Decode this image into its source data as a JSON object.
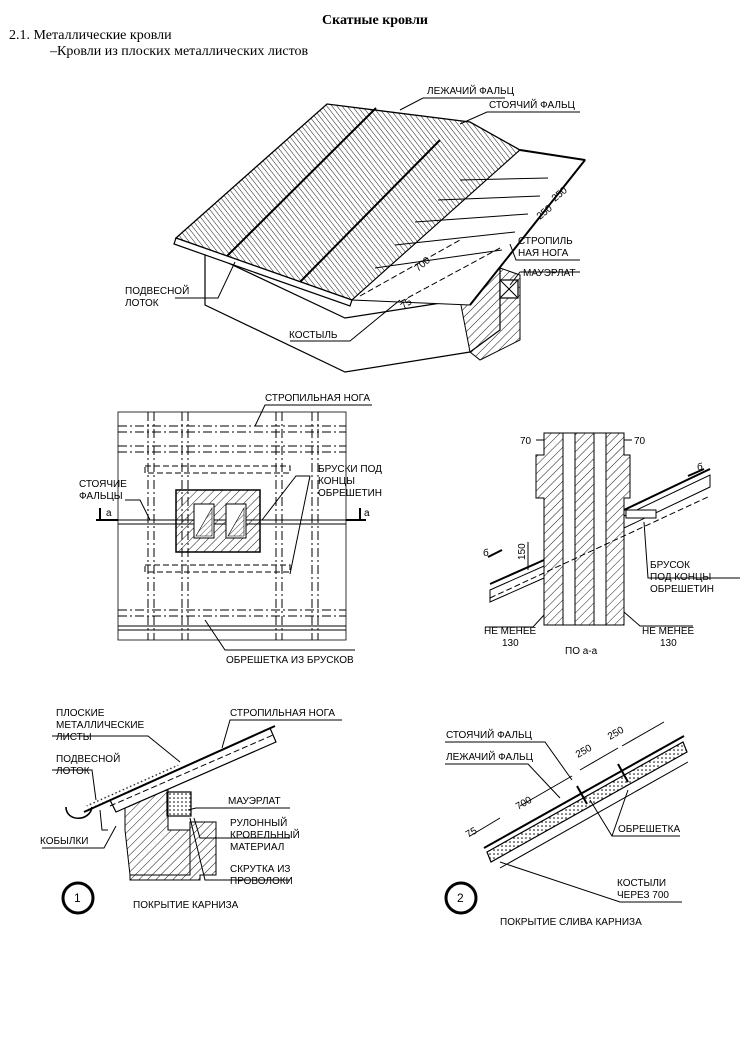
{
  "header": {
    "title": "Скатные кровли",
    "section": "2.1. Металлические кровли",
    "subsection": "–Кровли из плоских металлических листов"
  },
  "fig_roof": {
    "lezhachiy_falc": "ЛЕЖАЧИЙ ФАЛЬЦ",
    "stoyachiy_falc": "СТОЯЧИЙ ФАЛЬЦ",
    "dim_250_a": "250",
    "dim_250_b": "250",
    "dim_700": "700",
    "dim_75": "75",
    "stropil_1": "СТРОПИЛЬ",
    "stropil_2": "НАЯ НОГА",
    "mauerlat": "МАУЭРЛАТ",
    "podvesnoy_1": "ПОДВЕСНОЙ",
    "podvesnoy_2": "ЛОТОК",
    "kostyl": "КОСТЫЛЬ"
  },
  "fig_plan": {
    "stropilnaya_noga": "СТРОПИЛЬНАЯ НОГА",
    "stoyachie_1": "СТОЯЧИЕ",
    "stoyachie_2": "ФАЛЬЦЫ",
    "bruski_1": "БРУСКИ ПОД",
    "bruski_2": "КОНЦЫ",
    "bruski_3": "ОБРЕШЕТИН",
    "obreshetka": "ОБРЕШЕТКА ИЗ БРУСКОВ",
    "cut_left": "а",
    "cut_right": "а"
  },
  "fig_section": {
    "dim_70_left": "70",
    "dim_70_right": "70",
    "dim_150": "150",
    "cut_b_left": "б",
    "cut_b_right": "б",
    "brusok_1": "БРУСОК",
    "brusok_2": "ПОД КОНЦЫ",
    "brusok_3": "ОБРЕШЕТИН",
    "ne_menee_left_1": "НЕ МЕНЕЕ",
    "ne_menee_left_2": "130",
    "ne_menee_right_1": "НЕ МЕНЕЕ",
    "ne_menee_right_2": "130",
    "caption": "ПО а-а"
  },
  "fig_eave": {
    "ploskie_1": "ПЛОСКИЕ",
    "ploskie_2": "МЕТАЛЛИЧЕСКИЕ",
    "ploskie_3": "ЛИСТЫ",
    "stropilnaya_noga": "СТРОПИЛЬНАЯ НОГА",
    "podvesnoy_1": "ПОДВЕСНОЙ",
    "podvesnoy_2": "ЛОТОК",
    "mauerlat": "МАУЭРЛАТ",
    "rulonny_1": "РУЛОННЫЙ",
    "rulonny_2": "КРОВЕЛЬНЫЙ",
    "rulonny_3": "МАТЕРИАЛ",
    "kobylki": "КОБЫЛКИ",
    "skrutka_1": "СКРУТКА ИЗ",
    "skrutka_2": "ПРОВОЛОКИ",
    "number": "1",
    "caption": "ПОКРЫТИЕ КАРНИЗА"
  },
  "fig_slope": {
    "stoyachiy_falc": "СТОЯЧИЙ ФАЛЬЦ",
    "lezhachiy_falc": "ЛЕЖАЧИЙ ФАЛЬЦ",
    "dim_250_a": "250",
    "dim_250_b": "250",
    "dim_700": "700",
    "dim_75": "75",
    "obreshetka": "ОБРЕШЕТКА",
    "kostyli_1": "КОСТЫЛИ",
    "kostyli_2": "ЧЕРЕЗ 700",
    "number": "2",
    "caption": "ПОКРЫТИЕ СЛИВА КАРНИЗА"
  }
}
